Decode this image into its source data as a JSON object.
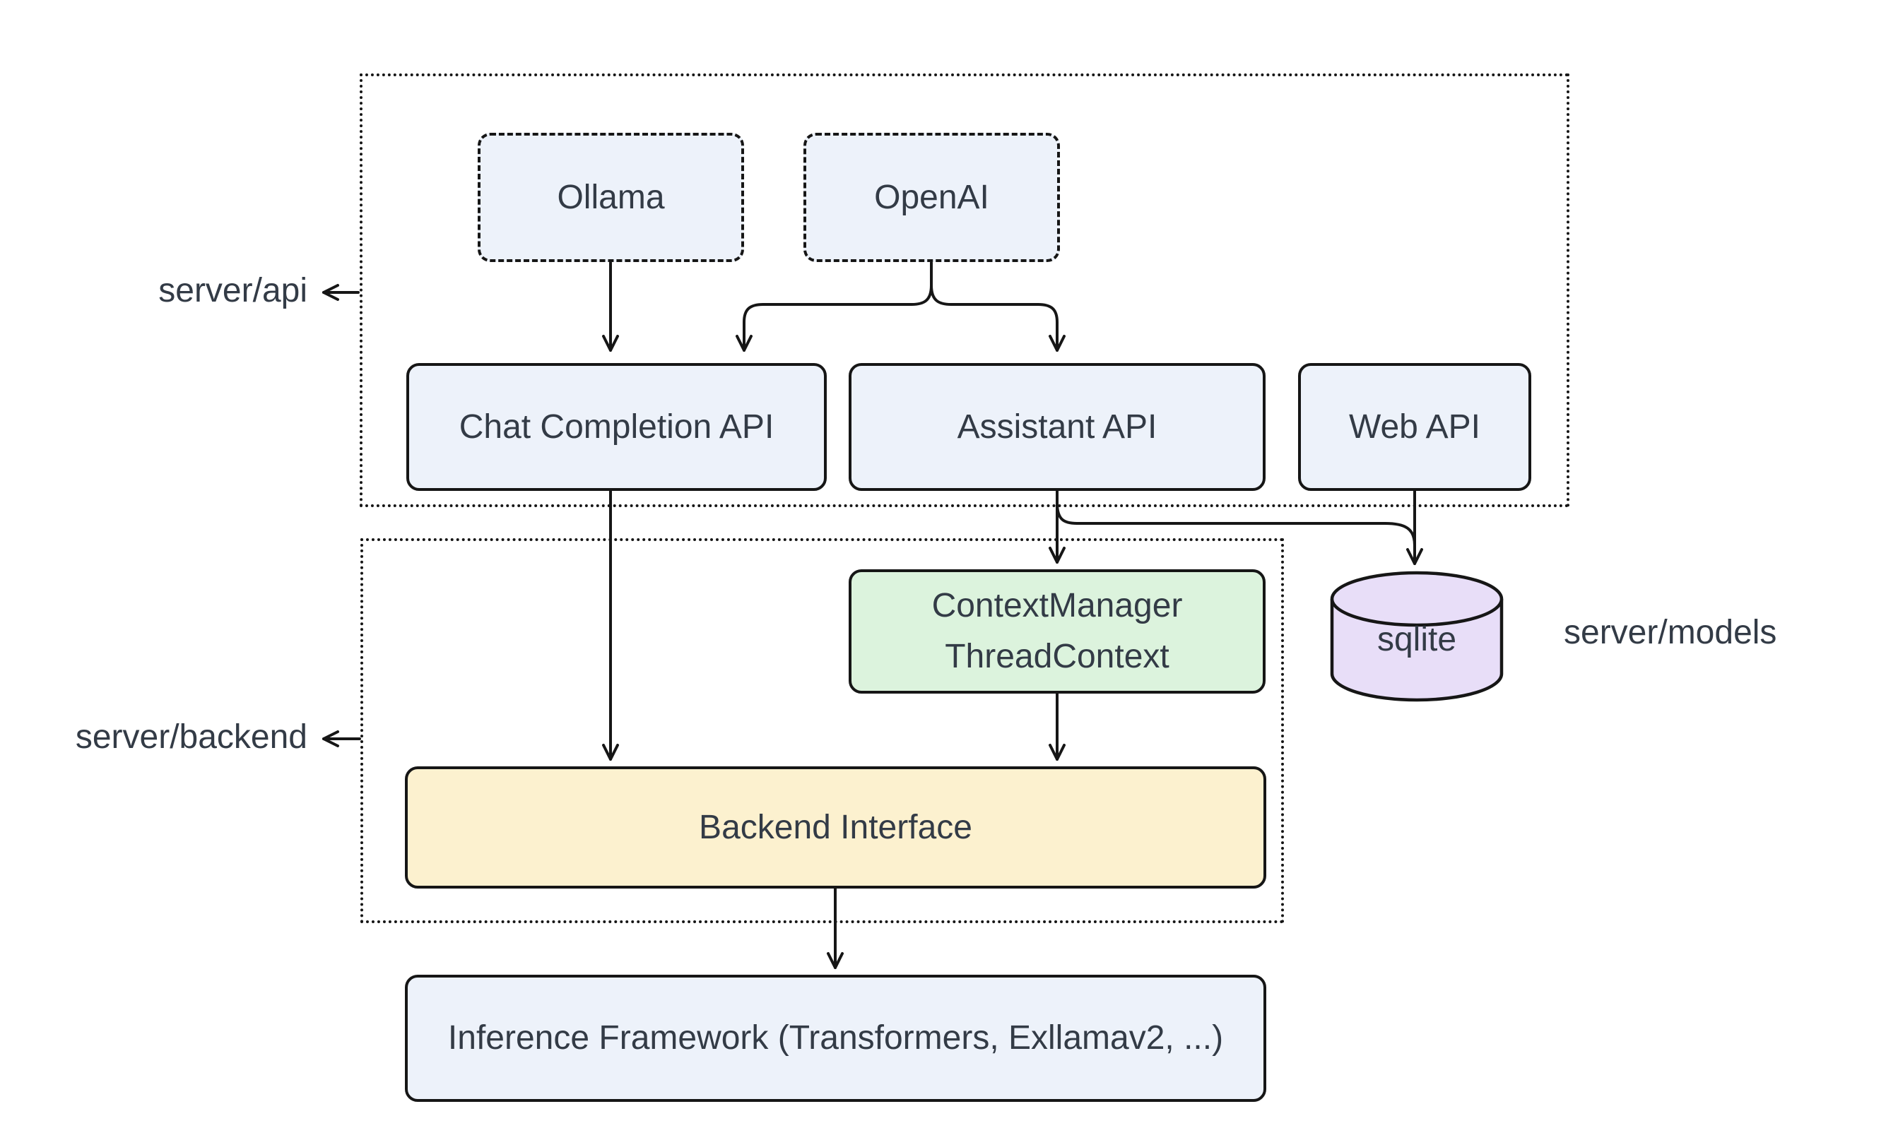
{
  "colors": {
    "background": "#ffffff",
    "node_blue": "#edf2fa",
    "node_green": "#dcf3dd",
    "node_yellow": "#fcf1cf",
    "node_purple": "#e8def8",
    "line": "#161616",
    "text": "#333b46"
  },
  "containers": {
    "server_api": {
      "label": "server/api"
    },
    "server_backend": {
      "label": "server/backend"
    }
  },
  "nodes": {
    "ollama": {
      "label": "Ollama"
    },
    "openai": {
      "label": "OpenAI"
    },
    "chat_completion": {
      "label": "Chat Completion API"
    },
    "assistant": {
      "label": "Assistant API"
    },
    "web": {
      "label": "Web API"
    },
    "context_manager": {
      "line1": "ContextManager",
      "line2": "ThreadContext"
    },
    "sqlite": {
      "label": "sqlite"
    },
    "backend_interface": {
      "label": "Backend Interface"
    },
    "inference_framework": {
      "label": "Inference Framework (Transformers, Exllamav2, ...)"
    }
  },
  "labels": {
    "server_models": "server/models"
  }
}
